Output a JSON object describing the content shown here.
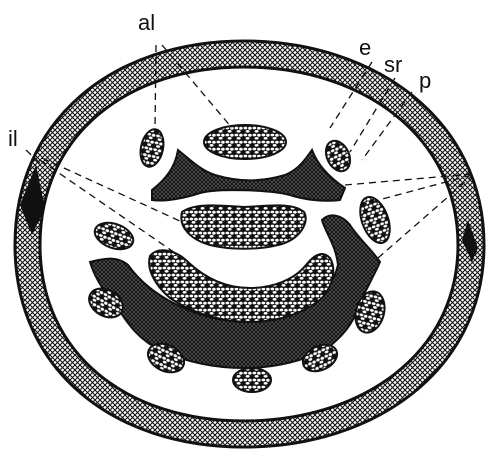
{
  "figure": {
    "labels": {
      "al": "al",
      "e": "e",
      "sr": "sr",
      "p": "p",
      "il": "il"
    },
    "colors": {
      "ink": "#111111",
      "epidermis_fill": "checker-hatch",
      "sclerenchyma_fill": "dense-hatch",
      "bundle_fill": "cellular",
      "background": "#ffffff"
    }
  }
}
